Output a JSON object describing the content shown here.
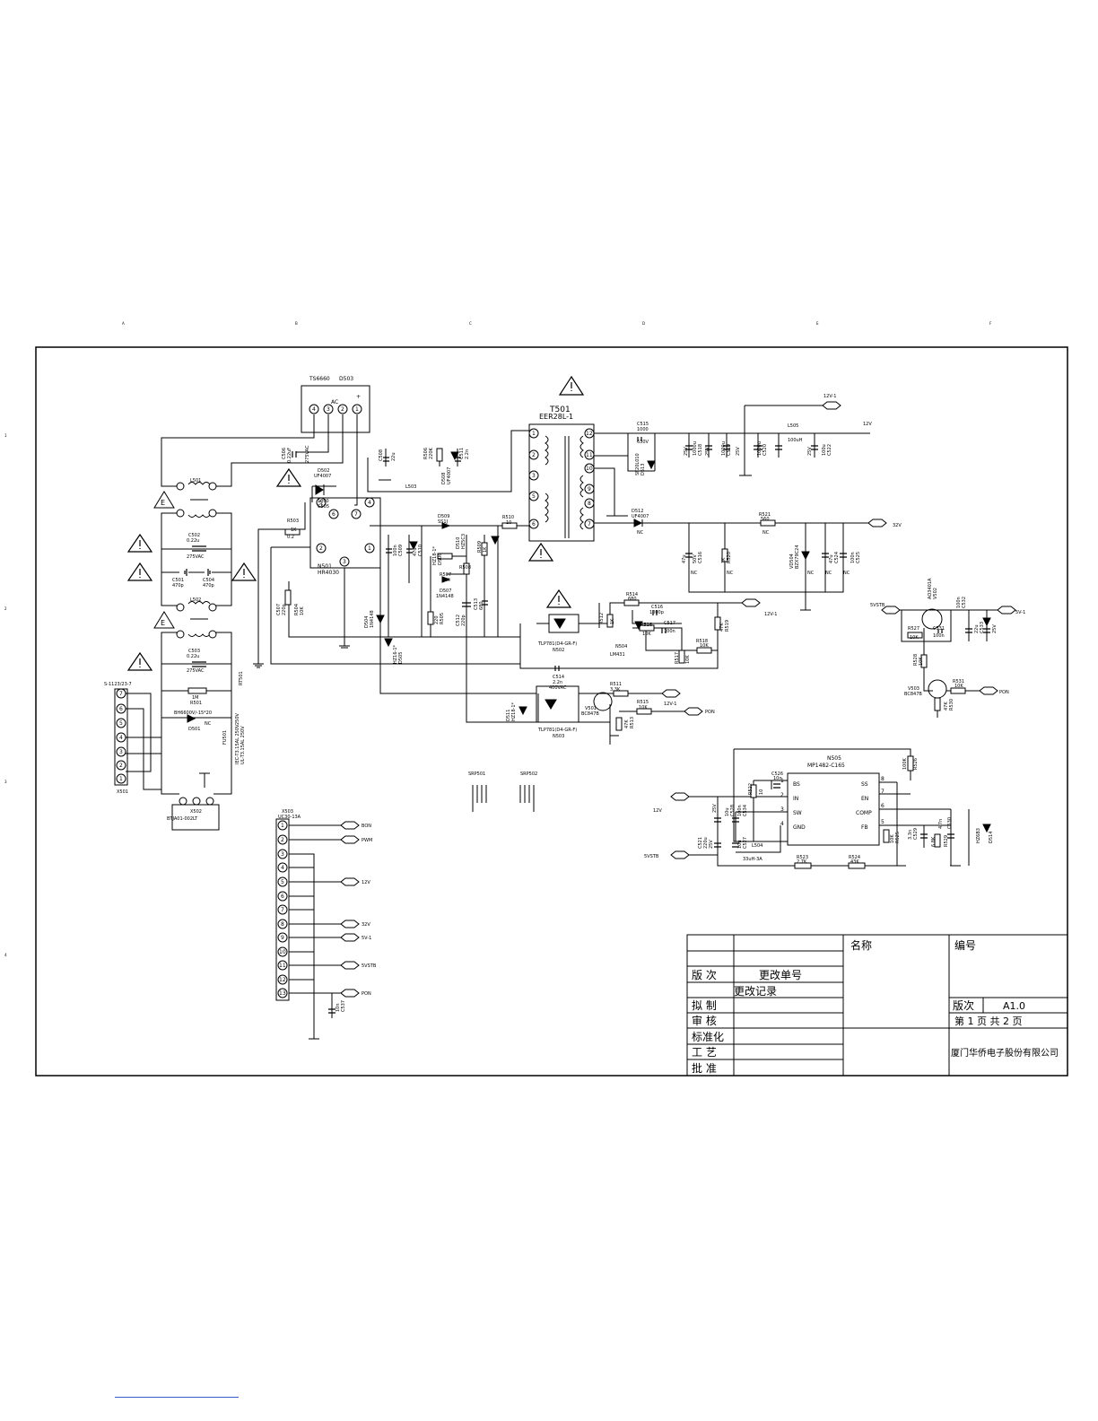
{
  "sheet": {
    "col_markers": [
      "A",
      "B",
      "C",
      "D",
      "E",
      "F"
    ],
    "row_markers": [
      "1",
      "2",
      "3",
      "4"
    ]
  },
  "warning_symbol": "warning-triangle-icon",
  "earth_symbol": "earth-ground-icon",
  "components": {
    "bridge": {
      "ref": "D503",
      "part": "TS6660",
      "ac": "AC",
      "pins": [
        "4",
        "3",
        "2",
        "1"
      ],
      "plus": "+"
    },
    "c506": {
      "ref": "C506",
      "value": "0.22uF",
      "rating": "275VAC"
    },
    "l501": {
      "ref": "L501"
    },
    "l502": {
      "ref": "L502"
    },
    "c502": {
      "ref": "C502",
      "value": "0.22u",
      "rating": "275VAC"
    },
    "c501": {
      "ref": "C501",
      "value": "470p"
    },
    "c504": {
      "ref": "C504",
      "value": "470p"
    },
    "c503": {
      "ref": "C503",
      "value": "0.22u",
      "rating": "275VAC"
    },
    "rt501": {
      "ref": "RT501"
    },
    "r501": {
      "ref": "R501",
      "value": "1M"
    },
    "d501": {
      "ref": "D501",
      "part": "BH6600V/-15*20",
      "note": "NC"
    },
    "f501": {
      "ref": "FU501",
      "rating": "250V",
      "line1": "IEC-T3.15AL 250V",
      "line2": "UL-T3.15AL 250V"
    },
    "x501": {
      "ref": "X501",
      "part": "S-1123/23-7",
      "pins": [
        "7",
        "6",
        "5",
        "4",
        "3",
        "2",
        "1"
      ]
    },
    "x502": {
      "ref": "X502",
      "part": "BTJA01-002LT"
    },
    "d502": {
      "ref": "D502",
      "part": "UF4007"
    },
    "c505": {
      "ref": "C505",
      "value": "1000"
    },
    "l503": {
      "ref": "L503"
    },
    "n501": {
      "ref": "N501",
      "part": "HR4030",
      "pins": [
        "6",
        "7",
        "5",
        "4",
        "2",
        "1",
        "3"
      ]
    },
    "r503": {
      "ref": "R503",
      "value": "1K"
    },
    "r502": {
      "ref": "R502",
      "value": "0.2"
    },
    "c507": {
      "ref": "C507",
      "value": "220p"
    },
    "r504": {
      "ref": "R504",
      "value": "10K"
    },
    "d504": {
      "ref": "D504",
      "part": "1N4148"
    },
    "d505": {
      "ref": "D505",
      "part": "HZ16-1*"
    },
    "c508": {
      "ref": "C508",
      "value": "22u"
    },
    "r506": {
      "ref": "R506",
      "value": "220K"
    },
    "c511": {
      "ref": "C511",
      "value": "2.2n"
    },
    "d508": {
      "ref": "D508",
      "part": "UF4007"
    },
    "c509": {
      "ref": "C509",
      "value": "100n"
    },
    "c510": {
      "ref": "C510",
      "value": "47u"
    },
    "d506": {
      "ref": "D506",
      "part": "HZ18-1*"
    },
    "d509": {
      "ref": "D509",
      "part": "SS1J"
    },
    "d510": {
      "ref": "D510",
      "part": "HZ5C3"
    },
    "r509": {
      "ref": "R509",
      "value": "1K"
    },
    "r508": {
      "ref": "R508"
    },
    "r507": {
      "ref": "R507",
      "value": "10K"
    },
    "d507": {
      "ref": "D507",
      "part": "1N4148"
    },
    "r505": {
      "ref": "R505",
      "value": "220"
    },
    "c512": {
      "ref": "C512",
      "value": "220p"
    },
    "c513": {
      "ref": "C513",
      "value": "680"
    },
    "r510": {
      "ref": "R510",
      "value": "10"
    },
    "t501": {
      "ref": "T501",
      "part": "EER28L-1",
      "pins_left": [
        "1",
        "2",
        "3",
        "5",
        "6"
      ],
      "pins_right": [
        "12",
        "11",
        "10",
        "9",
        "8",
        "7"
      ]
    },
    "c515": {
      "ref": "C515",
      "value": "1000",
      "rating": "630V"
    },
    "d513": {
      "ref": "D513",
      "part": "SF20L010"
    },
    "c518": {
      "ref": "C518",
      "value": "1000u",
      "rating": "25V"
    },
    "c519": {
      "ref": "C519",
      "value": "1000u",
      "rating": "25V"
    },
    "c520": {
      "ref": "C520",
      "value": "1000u",
      "rating": "25V"
    },
    "c522": {
      "ref": "C522",
      "value": "100u",
      "rating": "25V"
    },
    "l505": {
      "ref": "L505",
      "value": "100uH"
    },
    "d512": {
      "ref": "D512",
      "part": "UF4007"
    },
    "r521": {
      "ref": "R521",
      "value": "560"
    },
    "c516": {
      "ref": "C516",
      "value": "47u",
      "rating": "50V"
    },
    "r520": {
      "ref": "R520",
      "value": "1K"
    },
    "vd504": {
      "ref": "VD504",
      "part": "BZX79C24"
    },
    "c524": {
      "ref": "C524",
      "value": "47u"
    },
    "c525": {
      "ref": "C525",
      "value": "100n"
    },
    "n502": {
      "ref": "N502",
      "part": "TLP781(D4-GR-F)"
    },
    "n503": {
      "ref": "N503",
      "part": "TLP781(D4-GR-F)"
    },
    "r514": {
      "ref": "R514",
      "value": "680"
    },
    "c516b": {
      "ref": "C516",
      "value": "1000p"
    },
    "r512": {
      "ref": "R512",
      "value": "1K"
    },
    "r516": {
      "ref": "R516",
      "value": "10K"
    },
    "c517": {
      "ref": "C517",
      "value": "100n"
    },
    "n504": {
      "ref": "N504",
      "part": "LM431"
    },
    "r518": {
      "ref": "R518",
      "value": "10K"
    },
    "r519": {
      "ref": "R519",
      "value": "47K"
    },
    "r517": {
      "ref": "R517",
      "value": "10K"
    },
    "c514": {
      "ref": "C514",
      "value": "2.2n",
      "rating": "400VAC"
    },
    "d511": {
      "ref": "D511",
      "part": "HZ18-1*"
    },
    "v501": {
      "ref": "V501",
      "part": "BC847B"
    },
    "r511": {
      "ref": "R511",
      "value": "3.3K"
    },
    "r515": {
      "ref": "R515",
      "value": "10K"
    },
    "r513": {
      "ref": "R513",
      "value": "47K"
    },
    "srp501": {
      "ref": "SRP501"
    },
    "srp502": {
      "ref": "SRP502"
    },
    "v502": {
      "ref": "V502",
      "part": "AO3401A"
    },
    "r527": {
      "ref": "R527",
      "value": "10K"
    },
    "c531": {
      "ref": "C531",
      "value": "100n"
    },
    "r528": {
      "ref": "R528",
      "value": "10K"
    },
    "c532": {
      "ref": "C532",
      "value": "100n"
    },
    "c533": {
      "ref": "C533",
      "value": "22u",
      "rating": "25V"
    },
    "v503": {
      "ref": "V503",
      "part": "BC847B"
    },
    "r531": {
      "ref": "R531",
      "value": "10K"
    },
    "r530": {
      "ref": "R530",
      "value": "47K"
    },
    "n505": {
      "ref": "N505",
      "part": "MP1482-C165",
      "left_pins": [
        {
          "n": "1",
          "name": "BS"
        },
        {
          "n": "2",
          "name": "IN"
        },
        {
          "n": "3",
          "name": "SW"
        },
        {
          "n": "4",
          "name": "GND"
        }
      ],
      "right_pins": [
        {
          "n": "8",
          "name": "SS"
        },
        {
          "n": "7",
          "name": "EN"
        },
        {
          "n": "6",
          "name": "COMP"
        },
        {
          "n": "5",
          "name": "FB"
        }
      ]
    },
    "c526": {
      "ref": "C526",
      "value": "10n"
    },
    "r522": {
      "ref": "R522",
      "value": "10"
    },
    "c528": {
      "ref": "C528",
      "value": "10u",
      "rating": "25V"
    },
    "c534": {
      "ref": "C534",
      "value": "100n"
    },
    "c521": {
      "ref": "C521",
      "value": "220u",
      "rating": "25V"
    },
    "c527": {
      "ref": "C527",
      "value": "10u"
    },
    "l504": {
      "ref": "L504",
      "value": "33uH-3A"
    },
    "r523": {
      "ref": "R523",
      "value": "2.7K"
    },
    "r524": {
      "ref": "R524",
      "value": "43K"
    },
    "r526": {
      "ref": "R526",
      "value": "100K"
    },
    "r525": {
      "ref": "R525",
      "value": "10K"
    },
    "c529": {
      "ref": "C529",
      "value": "3.3n"
    },
    "r529": {
      "ref": "R529",
      "value": "6.8K"
    },
    "c530": {
      "ref": "C530",
      "value": "4.7n"
    },
    "d514": {
      "ref": "D514",
      "part": "HZ6B3"
    },
    "x503": {
      "ref": "X503",
      "part": "UC30-13A",
      "pins": [
        "1",
        "2",
        "3",
        "4",
        "5",
        "6",
        "7",
        "8",
        "9",
        "10",
        "11",
        "12",
        "13"
      ]
    },
    "c537": {
      "ref": "C537",
      "value": "10n"
    }
  },
  "nets": {
    "v12_1": "12V-1",
    "v12": "12V",
    "v32": "32V",
    "v5stb": "5VSTB",
    "v5_1": "5V-1",
    "pon": "PON",
    "bon": "BON",
    "pwm": "PWM",
    "nc": "NC"
  },
  "title_block": {
    "revision_label": "版  次",
    "change_no_label": "更改单号",
    "change_record_label": "更改记录",
    "drafted_label": "拟  制",
    "reviewed_label": "审  核",
    "standardized_label": "标准化",
    "process_label": "工  艺",
    "approved_label": "批  准",
    "name_label": "名称",
    "number_label": "编号",
    "version_label": "版次",
    "version_value": "A1.0",
    "page_info": "第  1  页  共 2 页",
    "company": "厦门华侨电子股份有限公司"
  }
}
